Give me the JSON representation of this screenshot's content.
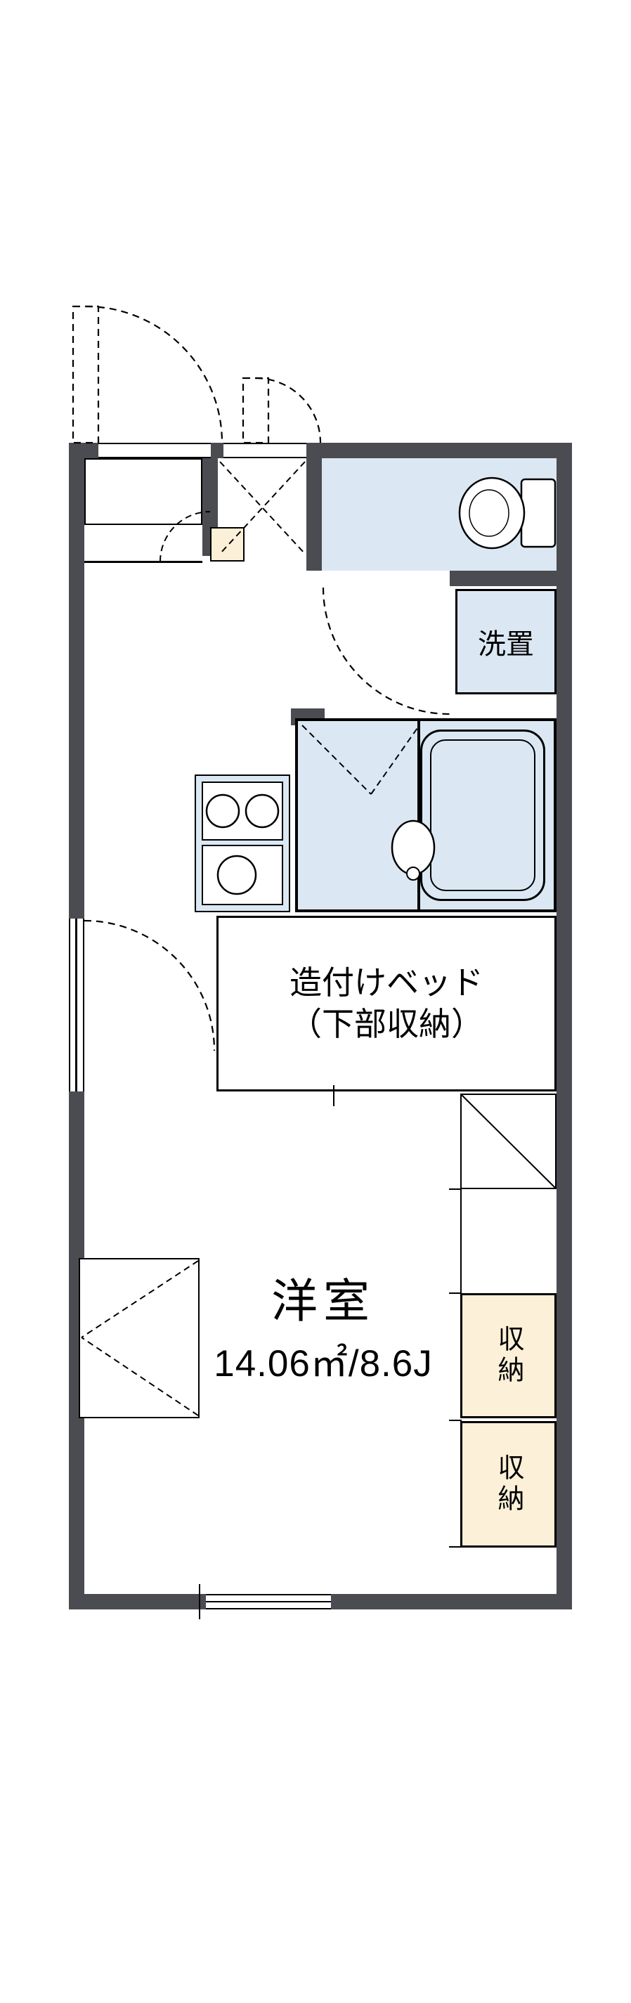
{
  "floorplan": {
    "washer": {
      "label": "洗置"
    },
    "bed": {
      "line1": "造付けベッド",
      "line2": "（下部収納）"
    },
    "main_room": {
      "name": "洋室",
      "area": "14.06㎡/8.6J"
    },
    "storage_top": {
      "label": "収納"
    },
    "storage_bottom": {
      "label": "収納"
    },
    "colors": {
      "wall": "#4b4b52",
      "water_fill": "#dbe8f4",
      "storage_fill": "#fcf0d8",
      "line": "#000000",
      "background": "#ffffff"
    }
  }
}
